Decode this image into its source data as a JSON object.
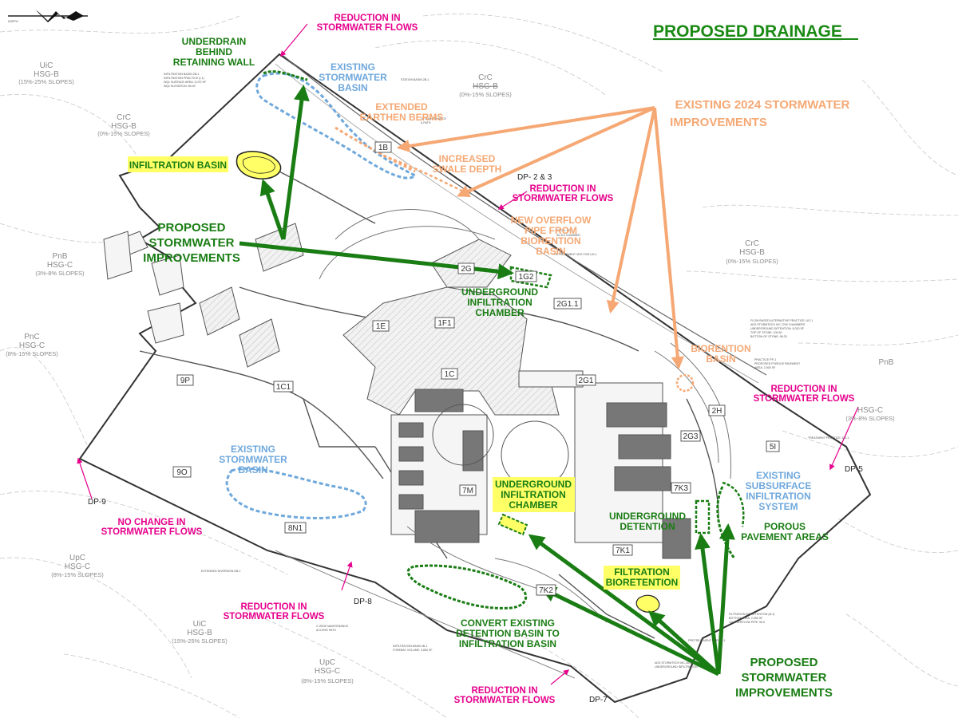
{
  "title": "PROPOSED DRAINAGE",
  "north_label": "NORTH",
  "colors": {
    "title_green": "#1a8a14",
    "proposed_green": "#1a7d14",
    "existing_blue": "#6fa8dc",
    "existing_2024_orange": "#f5a874",
    "flow_magenta": "#e6008c",
    "highlight_yellow": "#ffff66"
  },
  "callouts": {
    "reduction_top_1": "REDUCTION IN",
    "reduction_top_2": "STORMWATER FLOWS",
    "underdrain_1": "UNDERDRAIN",
    "underdrain_2": "BEHIND",
    "underdrain_3": "RETAINING WALL",
    "existing_basin_top_1": "EXISTING",
    "existing_basin_top_2": "STORMWATER",
    "existing_basin_top_3": "BASIN",
    "extended_1": "EXTENDED",
    "extended_2": "EARTHEN BERMS",
    "existing2024_1": "EXISTING 2024 STORMWATER",
    "existing2024_2": "IMPROVEMENTS",
    "increased_1": "INCREASED",
    "increased_2": "SWALE DEPTH",
    "infiltration_basin": "INFILTRATION BASIN",
    "dp23": "DP- 2 & 3",
    "reduction_mid_1": "REDUCTION IN",
    "reduction_mid_2": "STORMWATER FLOWS",
    "new_overflow_1": "NEW OVERFLOW",
    "new_overflow_2": "PIPE FROM",
    "new_overflow_3": "BIORENTION",
    "new_overflow_4": "BASIN",
    "proposed_left_1": "PROPOSED",
    "proposed_left_2": "STORMWATER",
    "proposed_left_3": "IMPROVEMENTS",
    "underground_chamber_top_1": "UNDERGROUND",
    "underground_chamber_top_2": "INFILTRATION",
    "underground_chamber_top_3": "CHAMBER",
    "biorention_1": "BIORENTION",
    "biorention_2": "BASIN",
    "reduction_right_1": "REDUCTION IN",
    "reduction_right_2": "STORMWATER FLOWS",
    "existing_basin_left_1": "EXISTING",
    "existing_basin_left_2": "STORMWATER",
    "existing_basin_left_3": "BASIN",
    "underground_chamber_mid_1": "UNDERGROUND",
    "underground_chamber_mid_2": "INFILTRATION",
    "underground_chamber_mid_3": "CHAMBER",
    "existing_subsurface_1": "EXISTING",
    "existing_subsurface_2": "SUBSURFACE",
    "existing_subsurface_3": "INFILTRATION",
    "existing_subsurface_4": "SYSTEM",
    "dp5": "DP-5",
    "dp9": "DP-9",
    "no_change_1": "NO CHANGE IN",
    "no_change_2": "STORMWATER FLOWS",
    "underground_detention": "UNDERGROUND",
    "underground_detention_2": "DETENTION",
    "porous_1": "POROUS",
    "porous_2": "PAVEMENT AREAS",
    "filtration_1": "FILTRATION",
    "filtration_2": "BIORETENTION",
    "reduction_bl_1": "REDUCTION IN",
    "reduction_bl_2": "STORMWATER FLOWS",
    "dp8": "DP-8",
    "convert_1": "CONVERT EXISTING",
    "convert_2": "DETENTION BASIN TO",
    "convert_3": "INFILTRATION BASIN",
    "proposed_br_1": "PROPOSED",
    "proposed_br_2": "STORMWATER",
    "proposed_br_3": "IMPROVEMENTS",
    "reduction_bottom_1": "REDUCTION IN",
    "reduction_bottom_2": "STORMWATER FLOWS",
    "dp7": "DP-7"
  },
  "soils": [
    {
      "code": "UiC",
      "hsg": "HSG-B",
      "slope": "(15%-25% SLOPES)"
    },
    {
      "code": "CrC",
      "hsg": "HSG-B",
      "slope": "(0%-15% SLOPES)"
    },
    {
      "code": "CrC",
      "hsg": "HSG-B",
      "slope": "(0%-15% SLOPES)"
    },
    {
      "code": "CrC",
      "hsg": "HSG-B",
      "slope": "(0%-15% SLOPES)"
    },
    {
      "code": "PnB",
      "hsg": "HSG-C",
      "slope": "(3%-8% SLOPES)"
    },
    {
      "code": "PnC",
      "hsg": "HSG-C",
      "slope": "(8%-15% SLOPES)"
    },
    {
      "code": "PnB",
      "hsg": "HSG-C",
      "slope": "(3%-8% SLOPES)"
    },
    {
      "code": "UpC",
      "hsg": "HSG-C",
      "slope": "(8%-15% SLOPES)"
    },
    {
      "code": "UiC",
      "hsg": "HSG-B",
      "slope": "(15%-25% SLOPES)"
    },
    {
      "code": "UpC",
      "hsg": "HSG-C",
      "slope": "(8%-15% SLOPES)"
    }
  ],
  "area_codes": [
    "1B",
    "2G",
    "1G2",
    "2G1.1",
    "1E",
    "1F1",
    "1C",
    "1C1",
    "9P",
    "2G1",
    "2H",
    "2G3",
    "5I",
    "9O",
    "8N1",
    "7M",
    "7K3",
    "7K1",
    "7K2"
  ],
  "notes": {
    "n1": "STATION BASIN 2B-1",
    "n2": "INFILTRATION BASIN 2B-1",
    "n3": "INFILTRATION PRACTICE (I-1)",
    "n4": "WQv SURFACE AREA: 3,070 SF",
    "n5": "WQv ELEVATION: 84.00",
    "n6": "10' MAINTENANCE",
    "n7": "& PATH",
    "n8": "PRETREATMENT VEG FOR UG-1",
    "n9": "FLOW BASED ALTERNATIVE PRACTICE: UG-1",
    "n10": "ADS STORMTECH MC-7200 CHAMBERS",
    "n11": "UNDERGROUND DETENTION: 5,020 SF",
    "n12": "TOP OF STONE: 105.50",
    "n13": "BOTTOM OF STONE: 98.25",
    "n14": "PRACTICE PP-1",
    "n15": "PROPOSED POROUS PAVEMENT",
    "n16": "AREA: 2,500 SF",
    "n17": "TREATMENT PRACTICE: UG-1",
    "n18": "FILTRATION BIORETENTION (B-1)",
    "n19": "BOTTOM AREA: 2,050 SF",
    "n20": "12\" OVERFLOW PIPE: 95.0",
    "n21": "PRETREATMENT FOR FB-1",
    "n22": "ADS STORMTECH MC-3500",
    "n23": "UNDERGROUND INFILTRATION",
    "n24": "INFILTRATION BASIN IB-1",
    "n25": "FOREBAY VOLUME: 3,850 SF",
    "n26": "2' WIDE MAINTENANCE",
    "n27": "ACCESS PATH",
    "n28": "EXTENDED DIVERSION DB-1",
    "n29": "ATION: UG-1",
    "n30": "30-110 CHAMBER"
  }
}
